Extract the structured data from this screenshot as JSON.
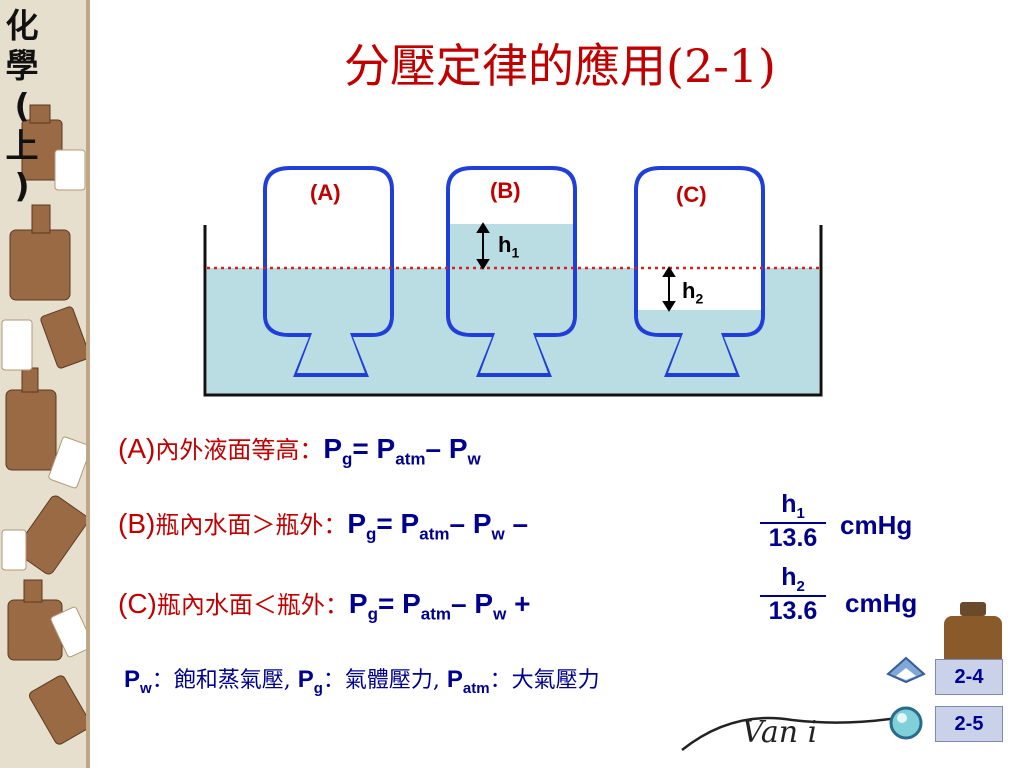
{
  "sidebar": {
    "title_lines": [
      "化",
      "學",
      "(",
      "上",
      ")"
    ]
  },
  "title": "分壓定律的應用(2-1)",
  "diagram": {
    "bottle_labels": [
      "(A)",
      "(B)",
      "(C)"
    ],
    "h1": {
      "base": "h",
      "sub": "1"
    },
    "h2": {
      "base": "h",
      "sub": "2"
    },
    "colors": {
      "water": "#b9dde2",
      "bottle_edge": "#1f3fd8",
      "dotted_line": "#d42020"
    }
  },
  "rows": {
    "a": {
      "label": "(A)",
      "cn": "內外液面等高：",
      "p": "P",
      "g": "g",
      "eq": "= ",
      "atm": "atm",
      "minus": "– ",
      "w": "w"
    },
    "b": {
      "label": "(B)",
      "cn": "瓶內水面＞瓶外：",
      "p": "P",
      "g": "g",
      "eq": "= ",
      "atm": "atm",
      "minus": "– ",
      "w": "w",
      "op": "–",
      "num": "h",
      "num_sub": "1",
      "den": "13.6",
      "unit": "cmHg"
    },
    "c": {
      "label": "(C)",
      "cn": "瓶內水面＜瓶外：",
      "p": "P",
      "g": "g",
      "eq": "= ",
      "atm": "atm",
      "minus": "– ",
      "w": "w",
      "op": "+",
      "num": "h",
      "num_sub": "2",
      "den": "13.6",
      "unit": "cmHg"
    }
  },
  "legend": {
    "pw": "P",
    "pw_sub": "w",
    "pw_desc": "：飽和蒸氣壓, ",
    "pg": "P",
    "pg_sub": "g",
    "pg_desc": "：氣體壓力, ",
    "patm": "P",
    "patm_sub": "atm",
    "patm_desc": "：大氣壓力"
  },
  "nav": {
    "btn1": "2-4",
    "btn2": "2-5"
  },
  "logo": {
    "signature": "Van i"
  }
}
